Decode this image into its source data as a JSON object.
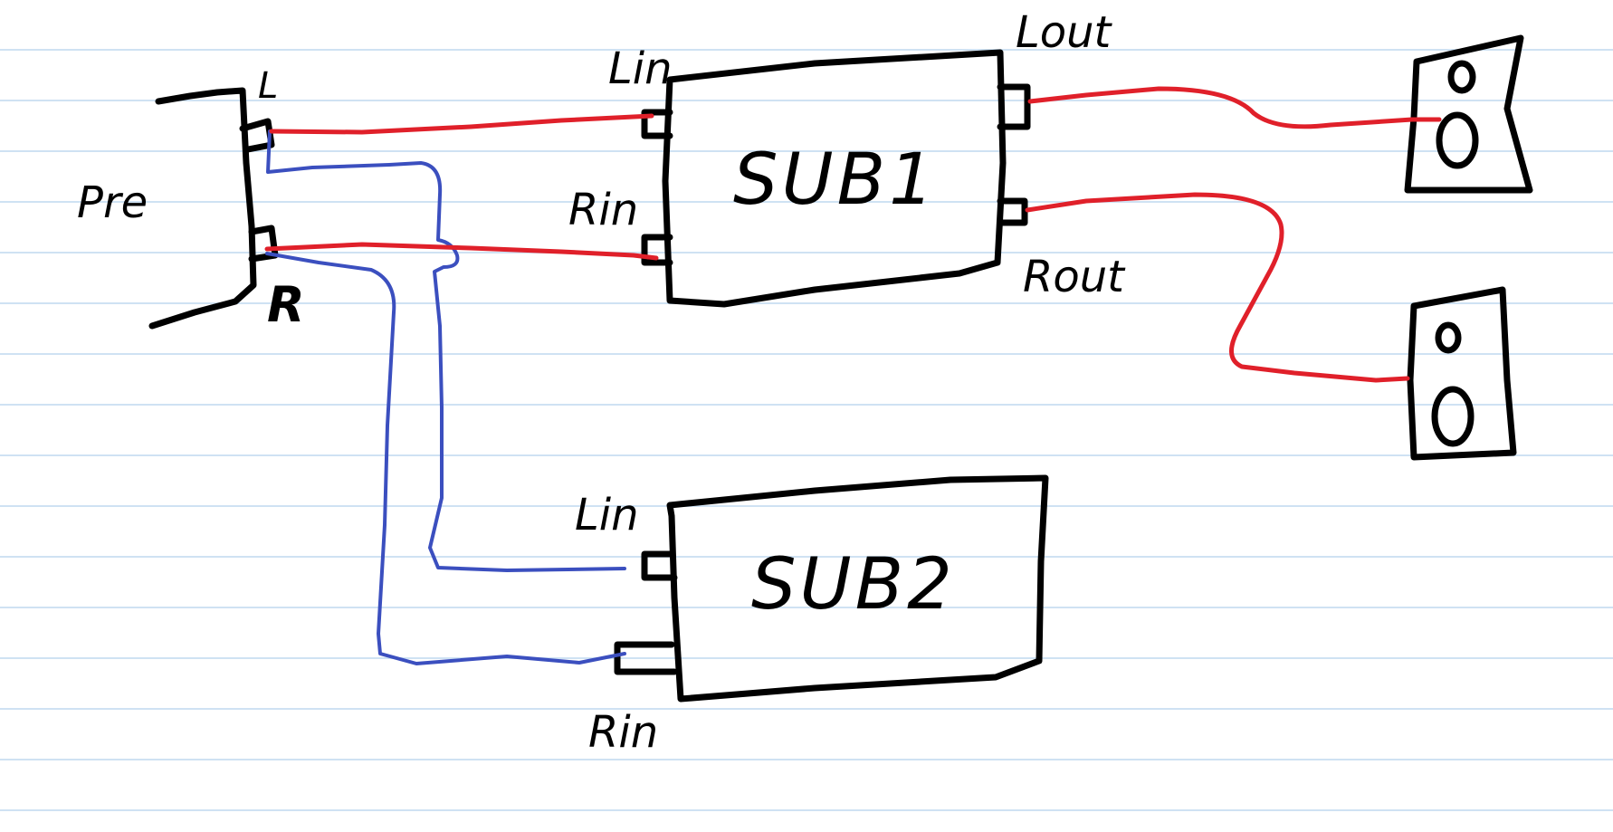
{
  "colors": {
    "ink": "#000000",
    "red_cable": "#e0202a",
    "blue_cable": "#3b4fbf",
    "ruled_line": "#cfe2f3"
  },
  "preamp": {
    "label": "Pre",
    "left_jack": "L",
    "right_jack": "R"
  },
  "sub1": {
    "name": "SUB1",
    "in_left": "Lin",
    "in_right": "Rin",
    "out_left": "Lout",
    "out_right": "Rout"
  },
  "sub2": {
    "name": "SUB2",
    "in_left": "Lin",
    "in_right": "Rin"
  }
}
